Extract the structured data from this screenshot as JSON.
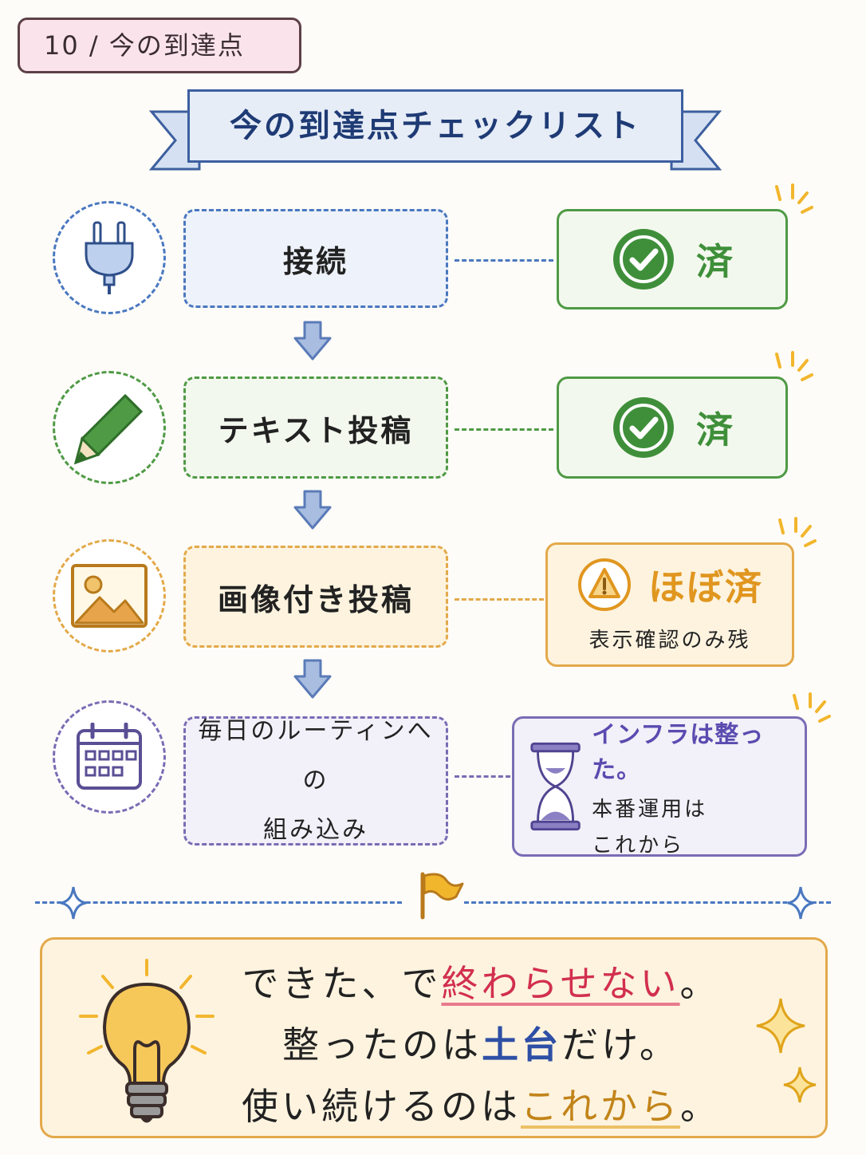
{
  "header": {
    "page_tag": "10 / 今の到達点"
  },
  "title": {
    "text": "今の到達点チェックリスト"
  },
  "steps": [
    {
      "icon": "plug-icon",
      "label": "接続",
      "status": "済",
      "status_icon": "check-circle-icon",
      "color": "#4a78c0",
      "status_color": "#3f8f3a"
    },
    {
      "icon": "pencil-icon",
      "label": "テキスト投稿",
      "status": "済",
      "status_icon": "check-circle-icon",
      "color": "#4f9a45",
      "status_color": "#3f8f3a"
    },
    {
      "icon": "image-icon",
      "label": "画像付き投稿",
      "status": "ほぼ済",
      "status_sub": "表示確認のみ残",
      "status_icon": "warning-icon",
      "color": "#e3a94a",
      "status_color": "#e0961f"
    },
    {
      "icon": "calendar-icon",
      "label_line1": "毎日のルーティンへの",
      "label_line2": "組み込み",
      "status_title": "インフラは整った。",
      "status_line1": "本番運用は",
      "status_line2": "これから",
      "status_icon": "hourglass-icon",
      "color": "#7a6cb5",
      "status_color": "#5a4bb0"
    }
  ],
  "summary": {
    "line1_a": "できた、で",
    "line1_b": "終わらせない",
    "line1_c": "。",
    "line2_a": "整ったのは",
    "line2_b": "土台",
    "line2_c": "だけ。",
    "line3_a": "使い続けるのは",
    "line3_b": "これから",
    "line3_c": "。"
  },
  "colors": {
    "blue": "#4a78c0",
    "green": "#4f9a45",
    "orange": "#e3a94a",
    "purple": "#7a6cb5",
    "red": "#d22f4f"
  }
}
